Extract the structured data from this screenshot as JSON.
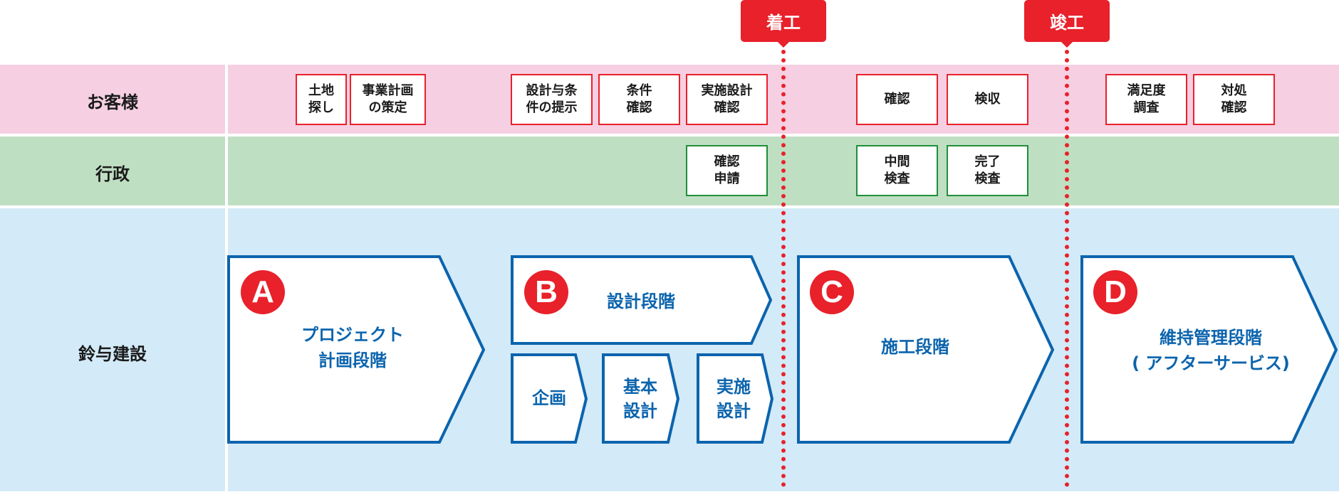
{
  "colors": {
    "accent_red": "#e8212b",
    "stage_blue": "#0b64ad",
    "customer_band": "#f6d0e2",
    "government_band": "#bfdfc2",
    "company_band": "#d3eaf8",
    "government_box_border": "#1f8f3a"
  },
  "rows": {
    "customer": "お客様",
    "government": "行政",
    "company": "鈴与建設"
  },
  "milestones": {
    "start": "着工",
    "completion": "竣工"
  },
  "customer_tasks": [
    "土地\n探し",
    "事業計画\nの策定",
    "設計与条\n件の提示",
    "条件\n確認",
    "実施設計\n確認",
    "確認",
    "検収",
    "満足度\n調査",
    "対処\n確認"
  ],
  "government_tasks": [
    "確認\n申請",
    "中間\n検査",
    "完了\n検査"
  ],
  "stages": {
    "a": {
      "badge": "A",
      "title": "プロジェクト\n計画段階"
    },
    "b": {
      "badge": "B",
      "title": "設計段階",
      "substeps": [
        "企画",
        "基本\n設計",
        "実施\n設計"
      ]
    },
    "c": {
      "badge": "C",
      "title": "施工段階"
    },
    "d": {
      "badge": "D",
      "title": "維持管理段階\n( アフターサービス)"
    }
  }
}
